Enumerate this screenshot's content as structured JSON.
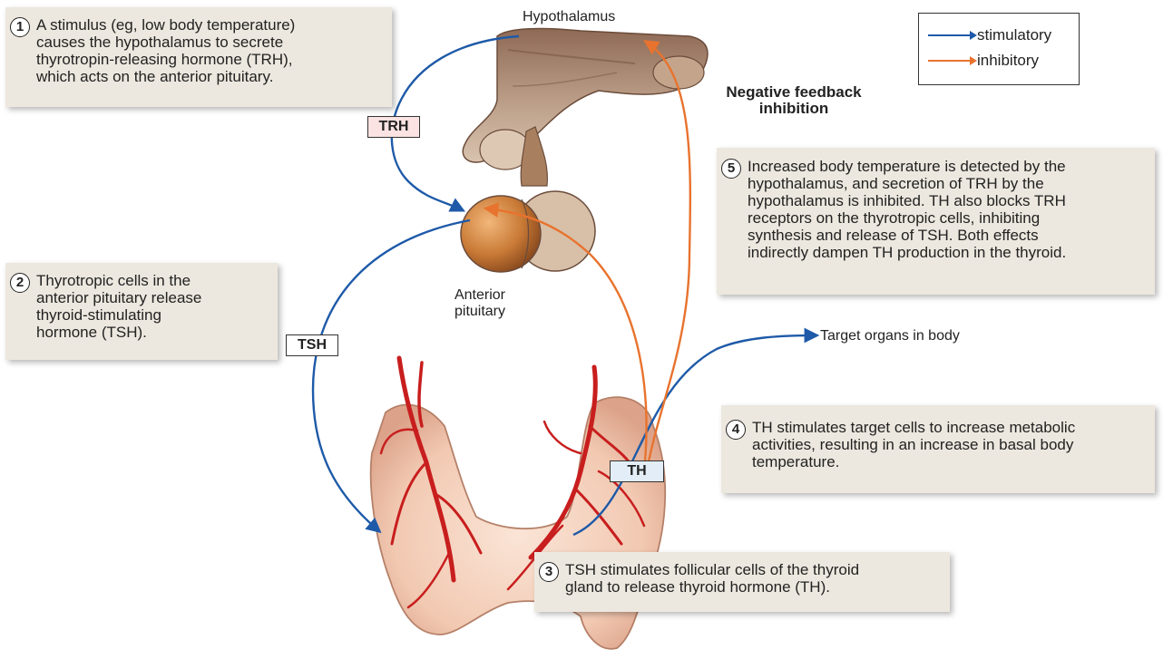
{
  "colors": {
    "stimulatory": "#1e5aa8",
    "inhibitory": "#e8732e",
    "panel": "#ede8df",
    "vessel": "#c81e1e"
  },
  "legend": {
    "stimulatory": "stimulatory",
    "inhibitory": "inhibitory"
  },
  "labels": {
    "hypothalamus": "Hypothalamus",
    "anterior_pituitary": "Anterior\npituitary",
    "negative_feedback": "Negative feedback\ninhibition",
    "target_organs": "Target organs in body"
  },
  "tags": {
    "trh": "TRH",
    "tsh": "TSH",
    "th": "TH"
  },
  "steps": [
    {
      "num": "1",
      "text": "A stimulus (eg, low body temperature)\ncauses the hypothalamus to secrete\nthyrotropin-releasing hormone (TRH),\nwhich acts on the anterior pituitary."
    },
    {
      "num": "2",
      "text": "Thyrotropic cells in the\nanterior pituitary release\nthyroid-stimulating\nhormone (TSH)."
    },
    {
      "num": "3",
      "text": "TSH stimulates follicular cells of the thyroid\ngland to release thyroid hormone (TH)."
    },
    {
      "num": "4",
      "text": "TH stimulates target cells to increase metabolic\nactivities, resulting in an increase in basal body\ntemperature."
    },
    {
      "num": "5",
      "text": "Increased body temperature is detected by the\nhypothalamus, and secretion of TRH by the\nhypothalamus is inhibited. TH also blocks TRH\nreceptors on the thyrotropic cells, inhibiting\nsynthesis and release of TSH. Both effects\nindirectly dampen TH production in the thyroid."
    }
  ]
}
